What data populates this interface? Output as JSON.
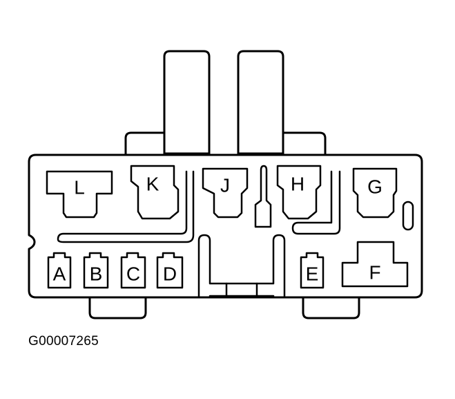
{
  "connector": {
    "pins_top": [
      {
        "id": "L",
        "label": "L"
      },
      {
        "id": "K",
        "label": "K"
      },
      {
        "id": "J",
        "label": "J"
      },
      {
        "id": "H",
        "label": "H"
      },
      {
        "id": "G",
        "label": "G"
      }
    ],
    "pins_bottom": [
      {
        "id": "A",
        "label": "A"
      },
      {
        "id": "B",
        "label": "B"
      },
      {
        "id": "C",
        "label": "C"
      },
      {
        "id": "D",
        "label": "D"
      },
      {
        "id": "E",
        "label": "E"
      },
      {
        "id": "F",
        "label": "F"
      }
    ]
  },
  "figure_id": "G00007265",
  "colors": {
    "line": "#000000",
    "background": "#ffffff"
  }
}
